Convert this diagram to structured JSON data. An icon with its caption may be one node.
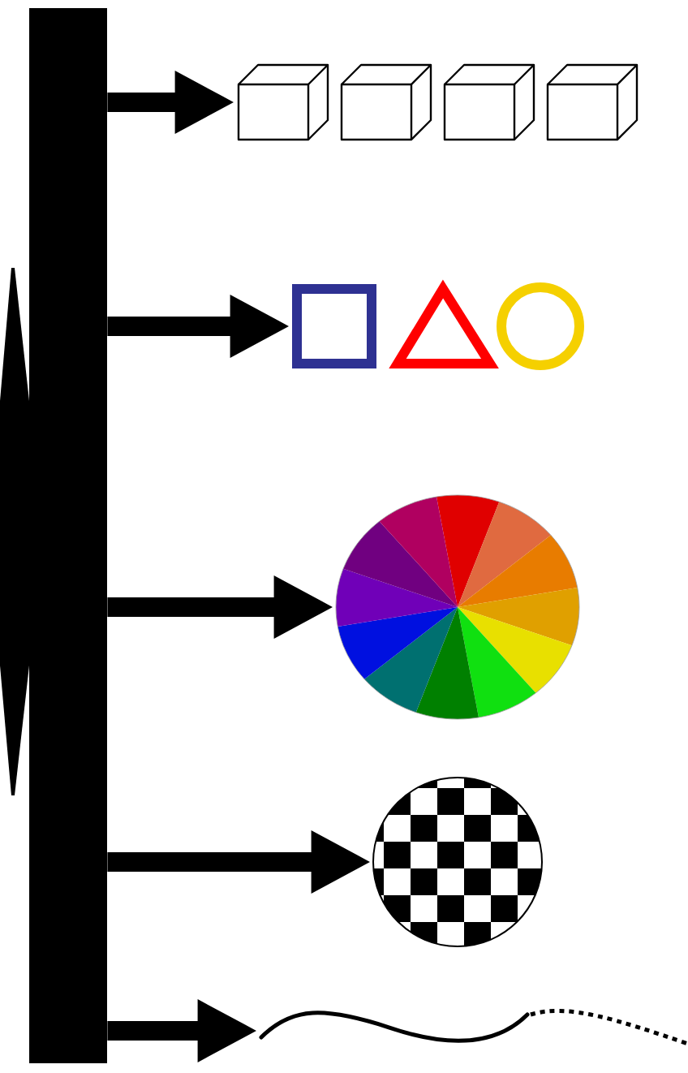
{
  "diagram": {
    "nodes": [
      {
        "text": [],
        "shape": "bar"
      },
      {
        "text": [],
        "shape": "picture"
      },
      {
        "text": [],
        "shape": "picture"
      },
      {
        "text": [],
        "shape": "picture"
      },
      {
        "text": [],
        "shape": "picture"
      },
      {
        "text": [],
        "shape": "picture"
      }
    ],
    "edges": [
      {
        "from": 0,
        "to": 1,
        "arrow": "to"
      },
      {
        "from": 0,
        "to": 2,
        "arrow": "to"
      },
      {
        "from": 0,
        "to": 3,
        "arrow": "to"
      },
      {
        "from": 0,
        "to": 4,
        "arrow": "to"
      },
      {
        "from": 0,
        "to": 5,
        "arrow": "to"
      }
    ]
  }
}
